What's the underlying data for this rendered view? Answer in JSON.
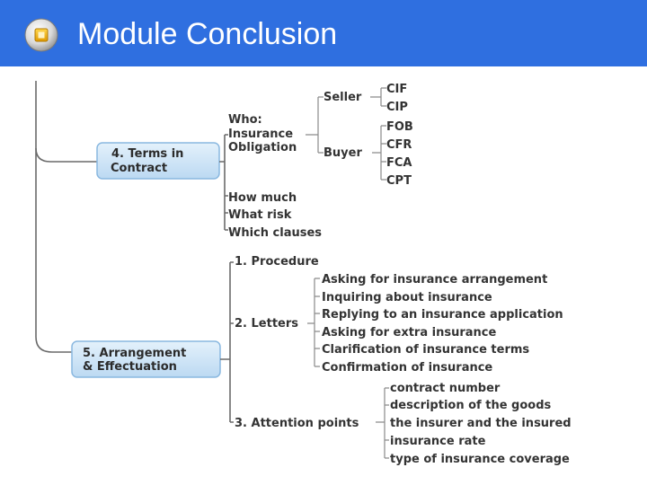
{
  "slide": {
    "title": "Module Conclusion"
  },
  "icons": {
    "title_bullet": "square-bullet-icon"
  },
  "colors": {
    "header": "#2f6fe0",
    "node_fill": "#cfe5f7",
    "node_border": "#8ab8e0",
    "text": "#333333"
  },
  "mindmap": {
    "terms": {
      "label_line1": "4. Terms in",
      "label_line2": "Contract",
      "who": {
        "line1": "Who:",
        "line2": "Insurance",
        "line3": "Obligation"
      },
      "seller": {
        "label": "Seller",
        "terms": [
          "CIF",
          "CIP"
        ]
      },
      "buyer": {
        "label": "Buyer",
        "terms": [
          "FOB",
          "CFR",
          "FCA",
          "CPT"
        ]
      },
      "extras": [
        "How much",
        "What risk",
        "Which clauses"
      ]
    },
    "arrangement": {
      "label_line1": "5. Arrangement",
      "label_line2": "& Effectuation",
      "procedure": "1. Procedure",
      "letters": {
        "label": "2. Letters",
        "items": [
          "Asking for insurance arrangement",
          "Inquiring about insurance",
          "Replying to an insurance application",
          "Asking for extra insurance",
          "Clarification of insurance terms",
          "Confirmation of insurance"
        ]
      },
      "attention": {
        "label": "3. Attention points",
        "items": [
          "contract number",
          "description of the goods",
          "the insurer and the insured",
          "insurance rate",
          "type of insurance coverage"
        ]
      }
    }
  }
}
